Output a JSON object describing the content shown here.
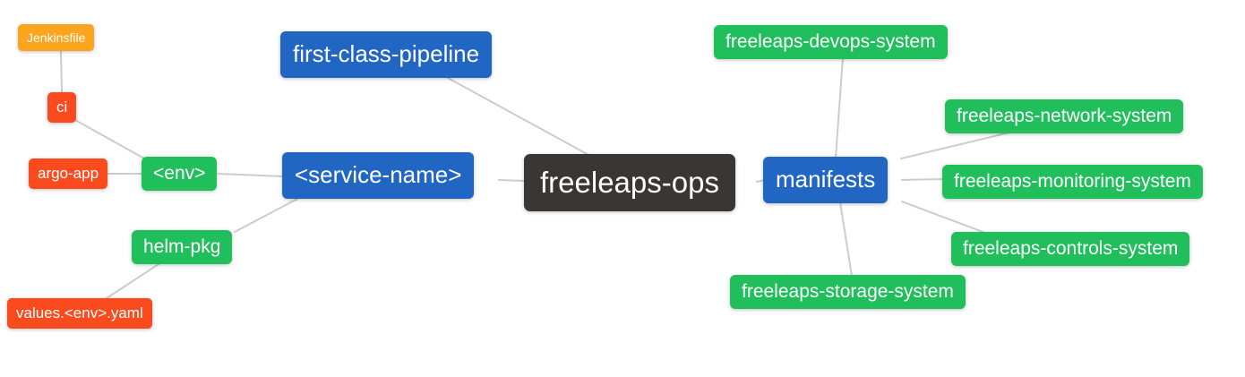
{
  "diagram": {
    "type": "mindmap",
    "root": "freeleaps-ops",
    "palette": {
      "root_bg": "#3A3633",
      "level1_bg": "#2066C2",
      "level2_bg": "#20BF5B",
      "level3_bg": "#FA4B1E",
      "level4_bg": "#FBA41E",
      "text": "#FFFFFF",
      "edge": "#CCCCCC"
    },
    "nodes": [
      {
        "id": "jenkinsfile",
        "label": "Jenkinsfile",
        "level": 4
      },
      {
        "id": "ci",
        "label": "ci",
        "level": 3
      },
      {
        "id": "argo-app",
        "label": "argo-app",
        "level": 3
      },
      {
        "id": "env",
        "label": "<env>",
        "level": 2
      },
      {
        "id": "helm-pkg",
        "label": "helm-pkg",
        "level": 2
      },
      {
        "id": "values-env-yaml",
        "label": "values.<env>.yaml",
        "level": 3
      },
      {
        "id": "first-class-pipeline",
        "label": "first-class-pipeline",
        "level": 1
      },
      {
        "id": "service-name",
        "label": "<service-name>",
        "level": 1
      },
      {
        "id": "freeleaps-ops",
        "label": "freeleaps-ops",
        "level": 0
      },
      {
        "id": "manifests",
        "label": "manifests",
        "level": 1
      },
      {
        "id": "devops-system",
        "label": "freeleaps-devops-system",
        "level": 2
      },
      {
        "id": "network-system",
        "label": "freeleaps-network-system",
        "level": 2
      },
      {
        "id": "monitoring-system",
        "label": "freeleaps-monitoring-system",
        "level": 2
      },
      {
        "id": "controls-system",
        "label": "freeleaps-controls-system",
        "level": 2
      },
      {
        "id": "storage-system",
        "label": "freeleaps-storage-system",
        "level": 2
      }
    ],
    "edges": [
      {
        "from": "jenkinsfile",
        "to": "ci"
      },
      {
        "from": "ci",
        "to": "env"
      },
      {
        "from": "argo-app",
        "to": "env"
      },
      {
        "from": "env",
        "to": "service-name"
      },
      {
        "from": "service-name",
        "to": "helm-pkg"
      },
      {
        "from": "helm-pkg",
        "to": "values-env-yaml"
      },
      {
        "from": "first-class-pipeline",
        "to": "freeleaps-ops"
      },
      {
        "from": "service-name",
        "to": "freeleaps-ops"
      },
      {
        "from": "freeleaps-ops",
        "to": "manifests"
      },
      {
        "from": "manifests",
        "to": "devops-system"
      },
      {
        "from": "manifests",
        "to": "network-system"
      },
      {
        "from": "manifests",
        "to": "monitoring-system"
      },
      {
        "from": "manifests",
        "to": "controls-system"
      },
      {
        "from": "manifests",
        "to": "storage-system"
      }
    ]
  }
}
